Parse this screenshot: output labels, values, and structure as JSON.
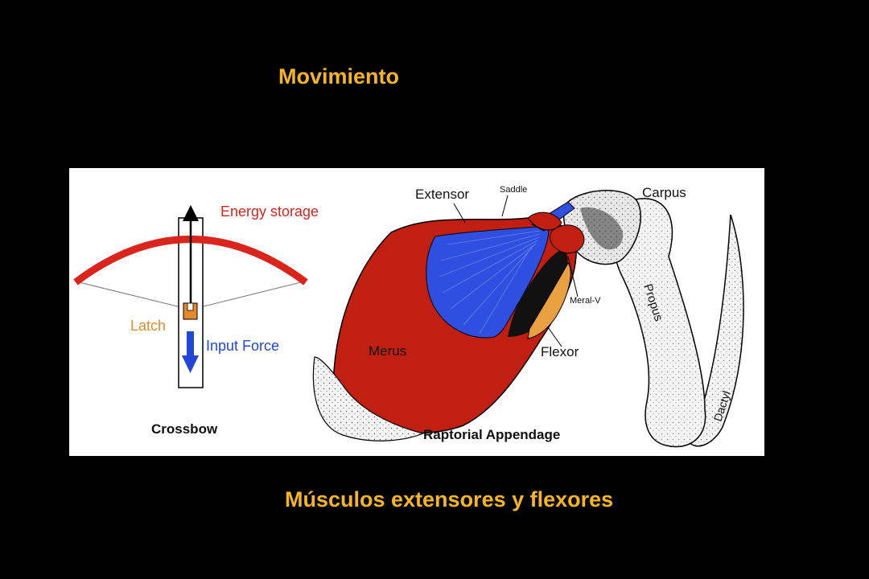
{
  "slide": {
    "title": "Movimiento",
    "subtitle": "Músculos extensores y flexores"
  },
  "colors": {
    "background": "#000000",
    "title": "#F5B622",
    "bow": "#D9251C",
    "latch": "#E58A2B",
    "input_force": "#2246D8",
    "merus": "#C11F12",
    "extensor_muscle": "#2F4FE0",
    "flexor_muscle": "#E8A040"
  },
  "crossbow": {
    "energy_label": "Energy storage",
    "latch_label": "Latch",
    "input_label": "Input Force",
    "caption": "Crossbow"
  },
  "appendage": {
    "extensor_label": "Extensor",
    "saddle_label": "Saddle",
    "carpus_label": "Carpus",
    "meral_v_label": "Meral-V",
    "propus_label": "Propus",
    "merus_label": "Merus",
    "flexor_label": "Flexor",
    "dactyl_label": "Dactyl",
    "caption": "Raptorial Appendage"
  }
}
